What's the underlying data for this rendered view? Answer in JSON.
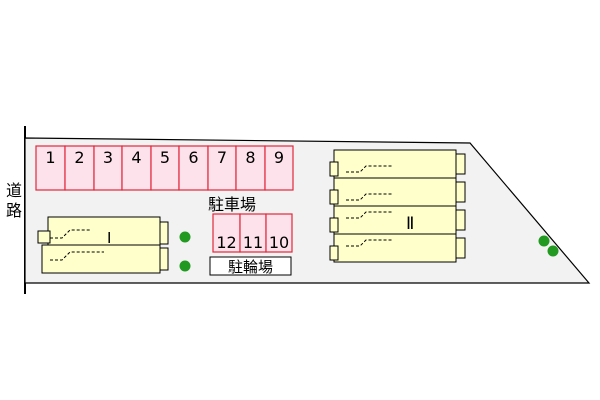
{
  "road_label": [
    "道",
    "路"
  ],
  "parking": {
    "label": "駐車場",
    "top_row": [
      "1",
      "2",
      "3",
      "4",
      "5",
      "6",
      "7",
      "8",
      "9"
    ],
    "bottom_row": [
      "12",
      "11",
      "10"
    ]
  },
  "bicycle_parking": {
    "label": "駐輪場"
  },
  "buildings": [
    {
      "label": "I"
    },
    {
      "label": "Ⅱ"
    }
  ],
  "colors": {
    "parking_fill": "#fde2ec",
    "parking_stroke": "#e0283c",
    "building_fill": "#ffffcc",
    "lot_fill": "#f2f2f2",
    "tree": "#229a22"
  }
}
